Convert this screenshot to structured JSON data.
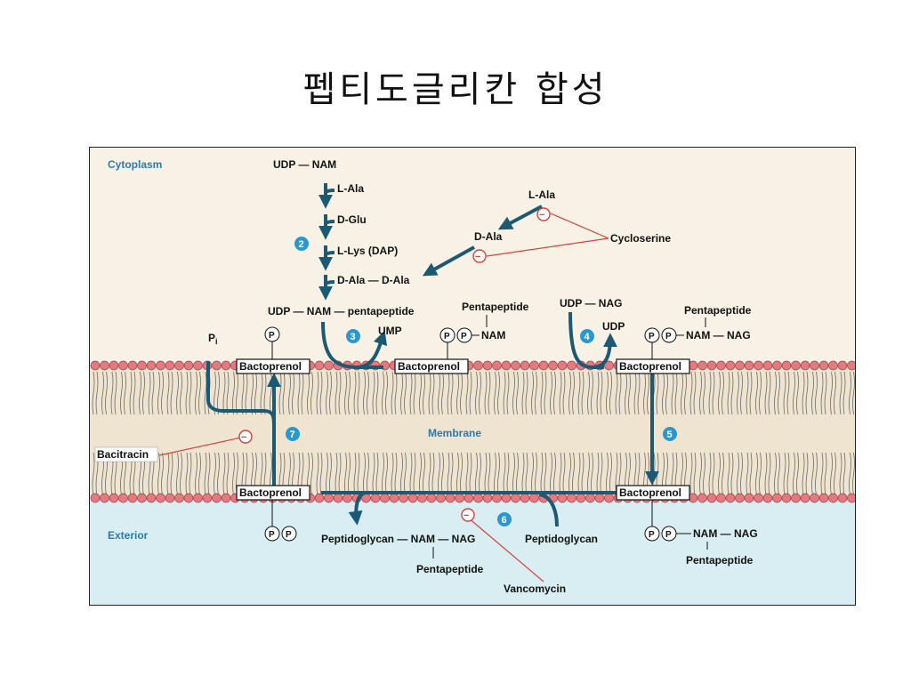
{
  "slide": {
    "title": "펩티도글리칸 합성"
  },
  "diagram": {
    "regions": {
      "cytoplasm": "Cytoplasm",
      "membrane": "Membrane",
      "exterior": "Exterior"
    },
    "cytoplasm_chain": {
      "start": "UDP — NAM",
      "steps": [
        "L-Ala",
        "D-Glu",
        "L-Lys (DAP)",
        "D-Ala — D-Ala"
      ],
      "product": "UDP — NAM — pentapeptide"
    },
    "dala_pathway": {
      "lala": "L-Ala",
      "dala": "D-Ala",
      "inhibitor": "Cycloserine"
    },
    "step_numbers": [
      "2",
      "3",
      "4",
      "5",
      "6",
      "7"
    ],
    "labels": {
      "ump": "UMP",
      "udp": "UDP",
      "udp_nag": "UDP — NAG",
      "pentapeptide": "Pentapeptide",
      "nam": "NAM",
      "nam_nag": "NAM — NAG",
      "pi": "P",
      "pi_sub": "i",
      "phosphate": "P",
      "bactoprenol": "Bactoprenol",
      "peptidoglycan_chain": "Peptidoglycan — NAM — NAG",
      "peptidoglycan": "Peptidoglycan"
    },
    "inhibitors": {
      "bacitracin": "Bacitracin",
      "vancomycin": "Vancomycin",
      "minus": "−"
    },
    "colors": {
      "cytoplasm_bg": "#f8f2e6",
      "exterior_bg": "#d8eef3",
      "membrane_bg": "#efe4cf",
      "lipid_head": "#e27a82",
      "arrow": "#1c5a73",
      "inhibitor": "#d9413a",
      "step_circle": "#2a98cf"
    }
  }
}
